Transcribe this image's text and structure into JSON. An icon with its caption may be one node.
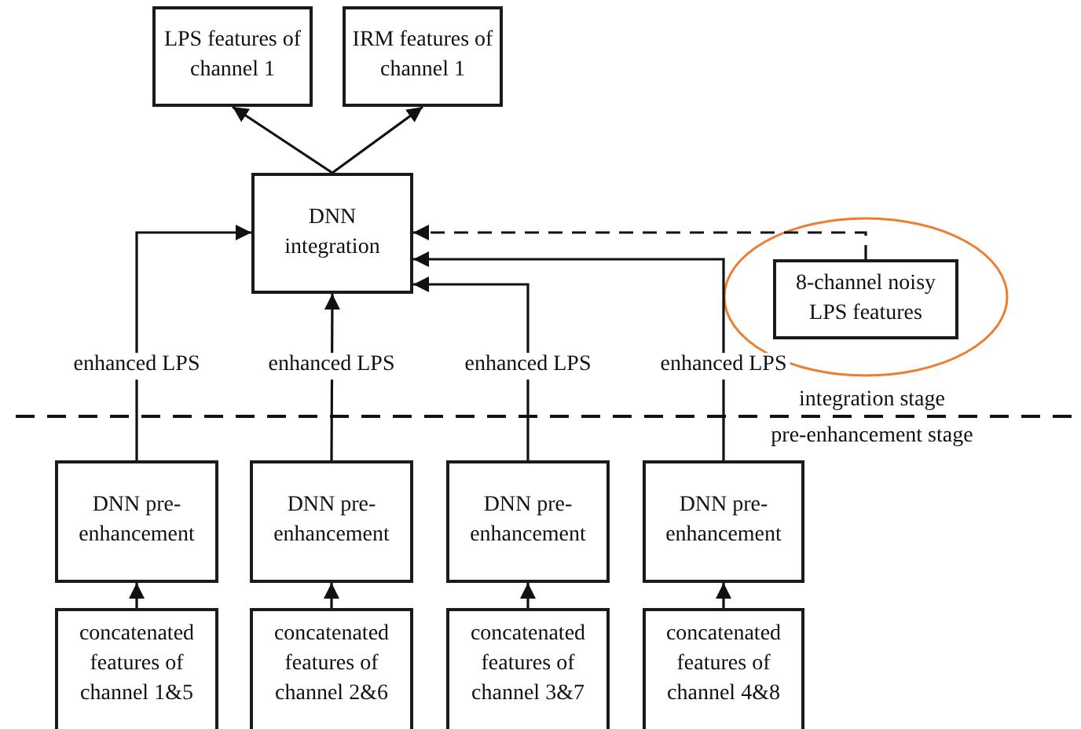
{
  "diagram": {
    "nodes": [
      {
        "text": [
          "LPS features of channel 1"
        ]
      },
      {
        "text": [
          "IRM features of channel 1"
        ]
      },
      {
        "text": [
          "DNN integration"
        ]
      },
      {
        "text": [
          "8-channel noisy LPS features"
        ]
      },
      {
        "text": [
          "DNN pre-enhancement"
        ]
      },
      {
        "text": [
          "DNN pre-enhancement"
        ]
      },
      {
        "text": [
          "DNN pre-enhancement"
        ]
      },
      {
        "text": [
          "DNN pre-enhancement"
        ]
      },
      {
        "text": [
          "concatenated features of channel 1&5"
        ]
      },
      {
        "text": [
          "concatenated features of channel 2&6"
        ]
      },
      {
        "text": [
          "concatenated features of channel 3&7"
        ]
      },
      {
        "text": [
          "concatenated features of channel 4&8"
        ]
      }
    ],
    "edges": [
      {
        "from": 2,
        "to": 0,
        "arrow": "to"
      },
      {
        "from": 2,
        "to": 1,
        "arrow": "to"
      },
      {
        "from": 4,
        "to": 2,
        "arrow": "to",
        "label": "enhanced LPS"
      },
      {
        "from": 5,
        "to": 2,
        "arrow": "to",
        "label": "enhanced LPS"
      },
      {
        "from": 6,
        "to": 2,
        "arrow": "to",
        "label": "enhanced LPS"
      },
      {
        "from": 7,
        "to": 2,
        "arrow": "to",
        "label": "enhanced LPS"
      },
      {
        "from": 3,
        "to": 2,
        "arrow": "to",
        "style": "dashed"
      },
      {
        "from": 8,
        "to": 4,
        "arrow": "to"
      },
      {
        "from": 9,
        "to": 5,
        "arrow": "to"
      },
      {
        "from": 10,
        "to": 6,
        "arrow": "to"
      },
      {
        "from": 11,
        "to": 7,
        "arrow": "to"
      }
    ],
    "labels": [
      "integration stage",
      "pre-enhancement stage"
    ]
  }
}
